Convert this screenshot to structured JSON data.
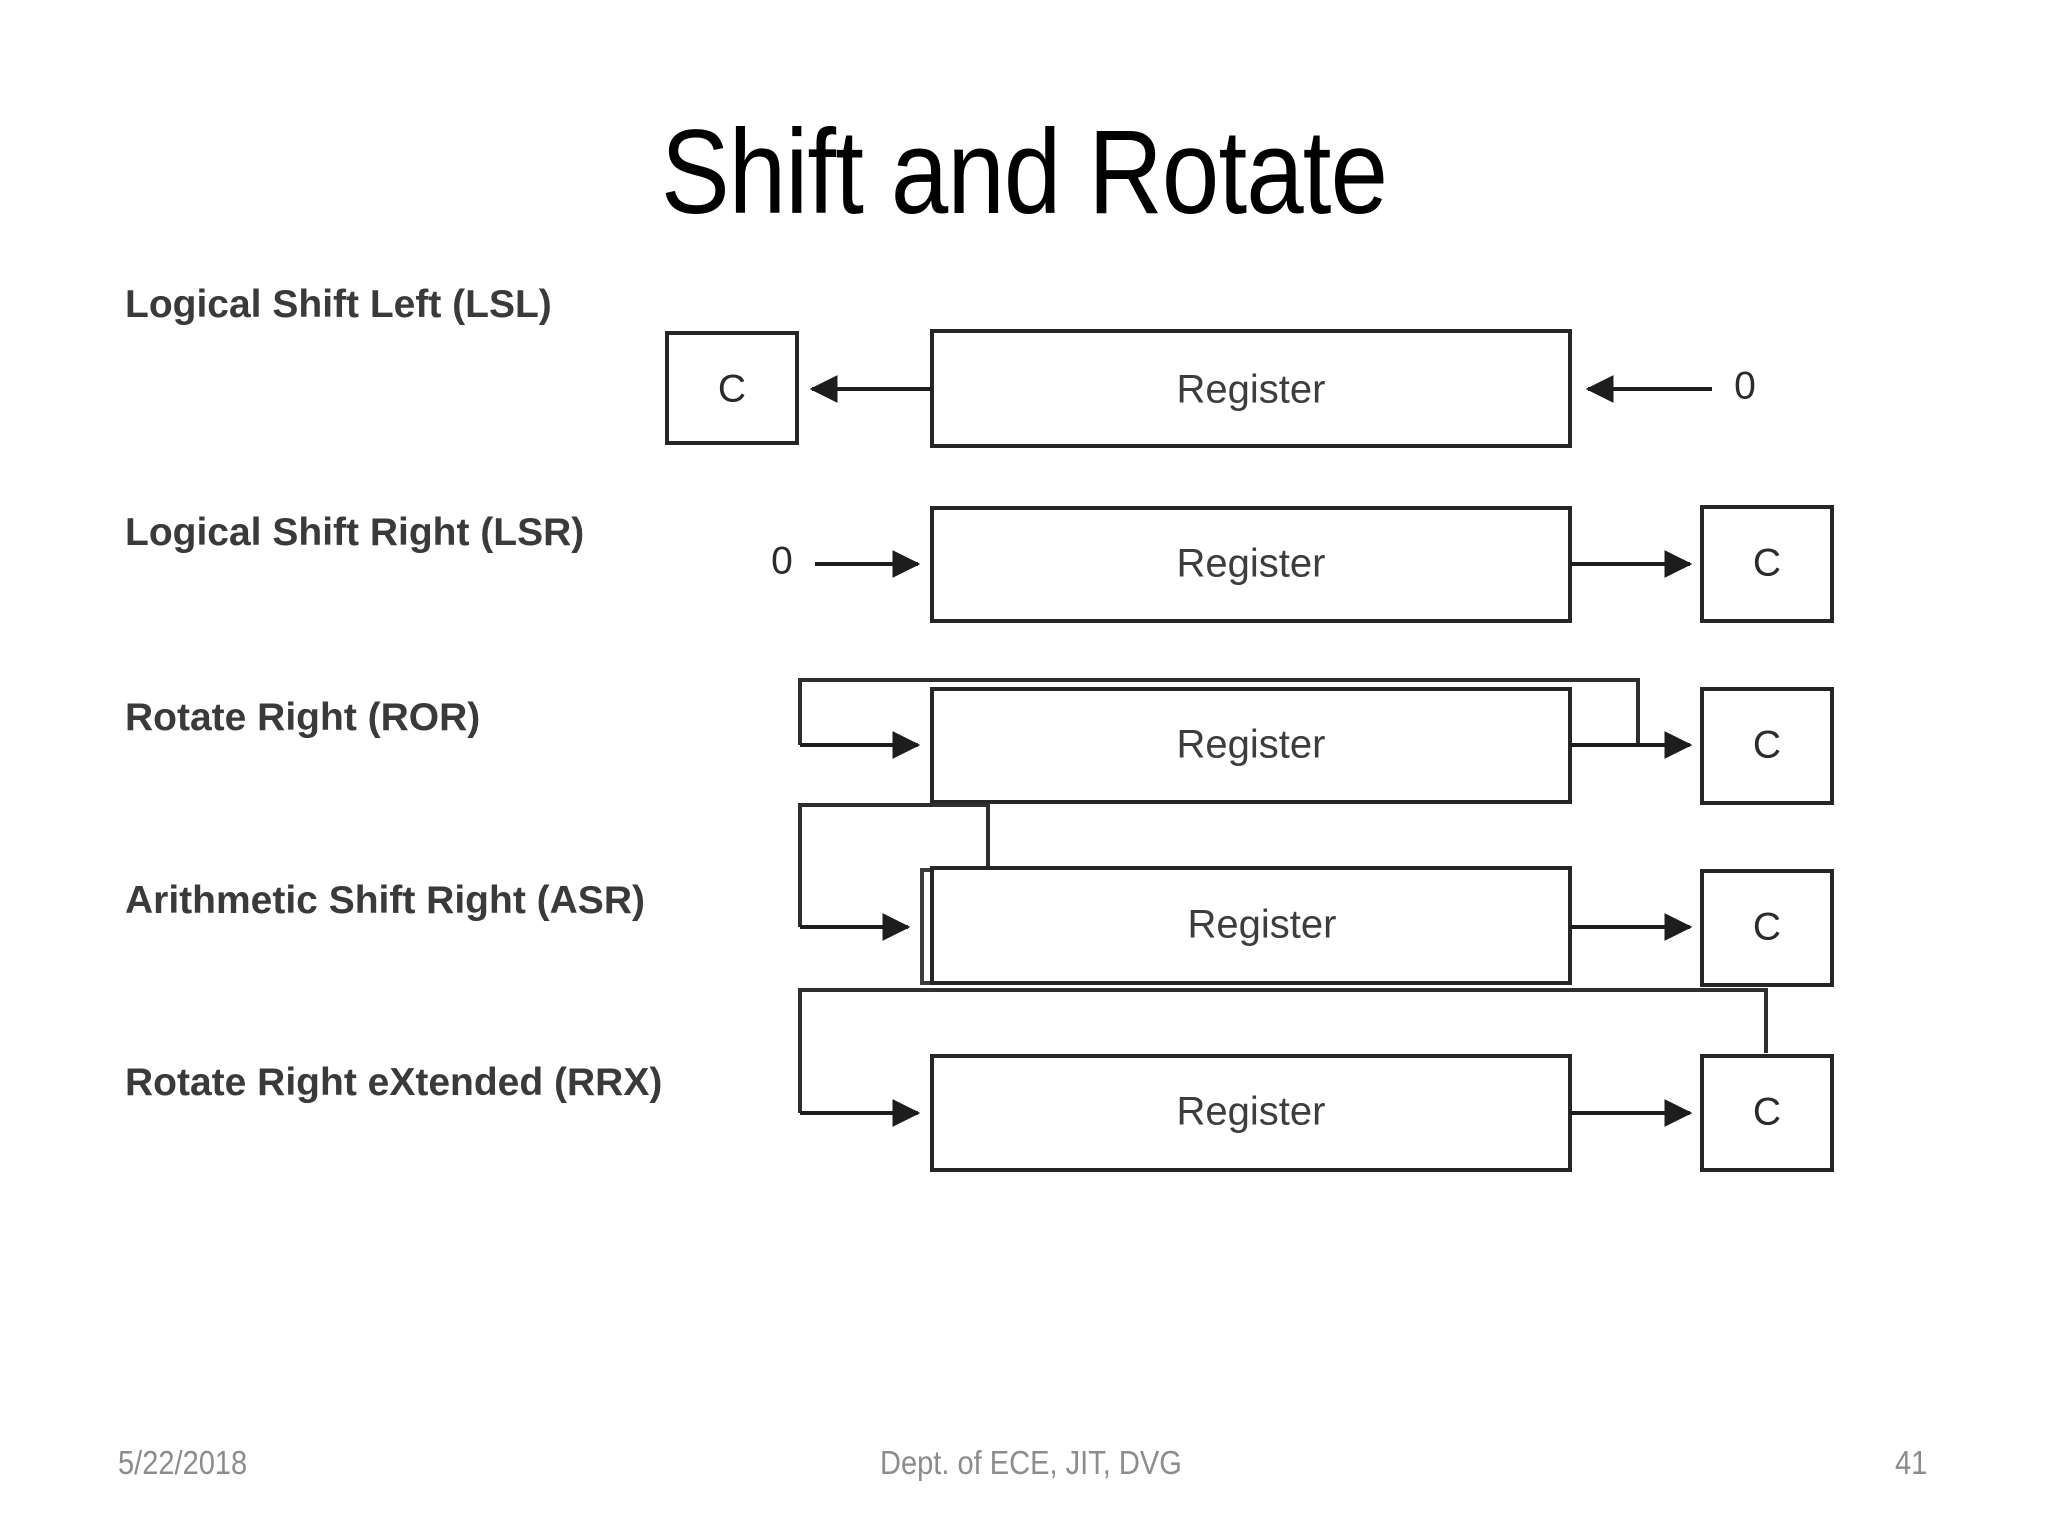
{
  "slide": {
    "title": "Shift and Rotate"
  },
  "diagram": {
    "register_label": "Register",
    "carry_label": "C",
    "zero_label": "0",
    "rows": [
      {
        "id": "lsl",
        "label": "Logical Shift Left (LSL)",
        "carry_box": "C",
        "register": "Register",
        "input_bit": "0",
        "direction": "left",
        "feedback": "none"
      },
      {
        "id": "lsr",
        "label": "Logical Shift Right (LSR)",
        "carry_box": "C",
        "register": "Register",
        "input_bit": "0",
        "direction": "right",
        "feedback": "none"
      },
      {
        "id": "ror",
        "label": "Rotate Right (ROR)",
        "carry_box": "C",
        "register": "Register",
        "input_bit": "",
        "direction": "right",
        "feedback": "register-out-to-register-in"
      },
      {
        "id": "asr",
        "label": "Arithmetic Shift Right (ASR)",
        "carry_box": "C",
        "register": "Register",
        "input_bit": "",
        "direction": "right",
        "feedback": "sign-bit-to-register-in"
      },
      {
        "id": "rrx",
        "label": "Rotate Right eXtended (RRX)",
        "carry_box": "C",
        "register": "Register",
        "input_bit": "",
        "direction": "right",
        "feedback": "carry-out-to-register-in"
      }
    ]
  },
  "footer": {
    "date": "5/22/2018",
    "center": "Dept. of ECE, JIT, DVG",
    "page": "41"
  },
  "colors": {
    "background": "#ffffff",
    "title": "#000000",
    "label": "#3a3a3a",
    "stroke": "#262626",
    "footer": "#8c8c8c"
  }
}
